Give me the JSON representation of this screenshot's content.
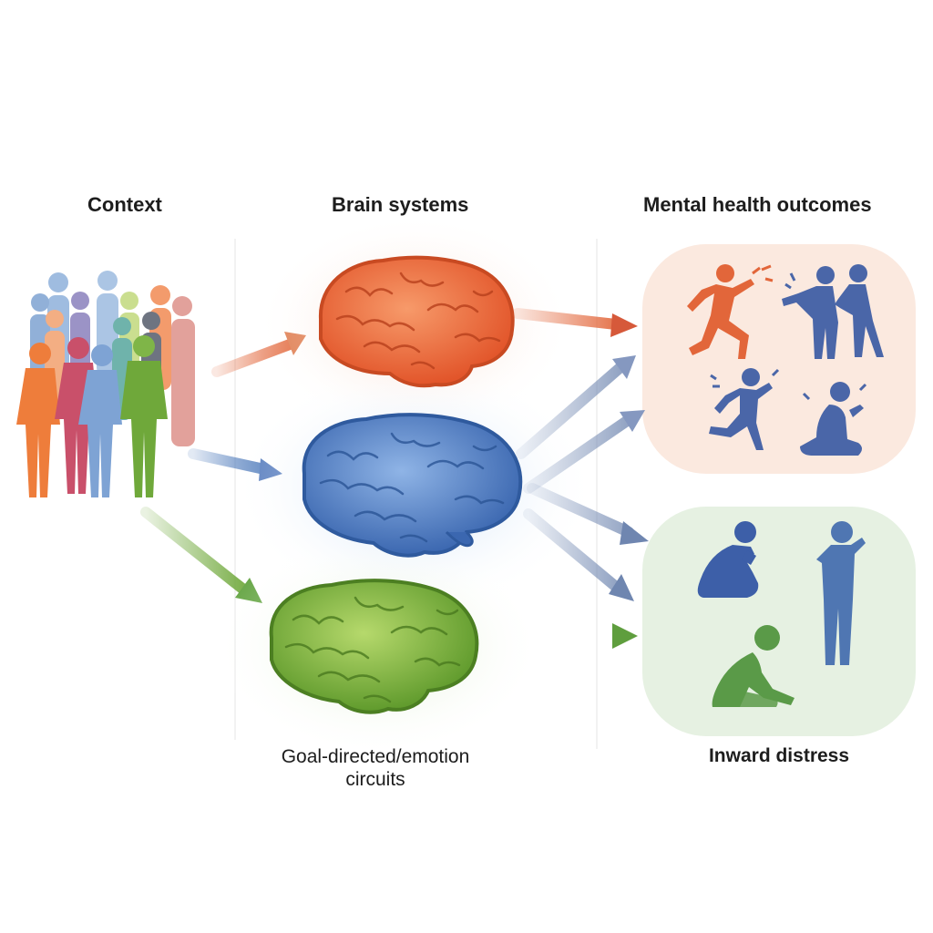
{
  "columns": {
    "context": "Context",
    "brain_systems": "Brain systems",
    "outcomes": "Mental health outcomes"
  },
  "labels": {
    "goal_line1": "Goal-directed/emotion",
    "goal_line2": "circuits",
    "inward": "Inward distress"
  },
  "colors": {
    "orange": "#e2663a",
    "blue": "#3f6fb5",
    "green": "#6fa83a",
    "figure_blue": "#4a66a8",
    "figure_green": "#5a9a48",
    "outward_panel": "#fbe9df",
    "inward_panel": "#e6f1e2"
  },
  "icons": [
    "crowd-icon",
    "brain-icon",
    "running-figure-icon",
    "arguing-figures-icon",
    "crouching-figure-icon",
    "sad-figure-icon"
  ]
}
